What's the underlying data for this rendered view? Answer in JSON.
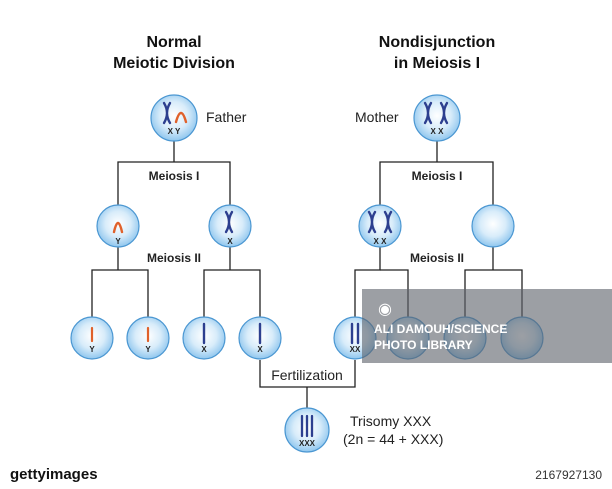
{
  "titles": {
    "left": [
      "Normal",
      "Meiotic Division"
    ],
    "right": [
      "Nondisjunction",
      "in Meiosis I"
    ]
  },
  "labels": {
    "father": "Father",
    "mother": "Mother",
    "meiosis1": "Meiosis I",
    "meiosis2": "Meiosis II",
    "fertilization": "Fertilization",
    "trisomy_name": "Trisomy XXX",
    "trisomy_formula": "(2n = 44 + XXX)"
  },
  "cells": {
    "father": "X Y",
    "mother": "X X",
    "father_m1_left": "Y",
    "father_m1_right": "X",
    "mother_m1_left": "X X",
    "gamete_1": "Y",
    "gamete_2": "Y",
    "gamete_3": "X",
    "gamete_4": "X",
    "gamete_5": "XX",
    "zygote": "XXX"
  },
  "colors": {
    "cell_fill_center": "#ffffff",
    "cell_fill_edge": "#8fc6ee",
    "cell_stroke": "#4b97d2",
    "x_chromosome": "#2d3f8f",
    "y_chromosome": "#e0612b",
    "line": "#222222"
  },
  "watermark": {
    "line1": "ALI DAMOUH/SCIENCE",
    "line2": "PHOTO LIBRARY",
    "icon": "camera-aperture-icon"
  },
  "footer": {
    "logo": "gettyimages",
    "image_id": "2167927130"
  }
}
